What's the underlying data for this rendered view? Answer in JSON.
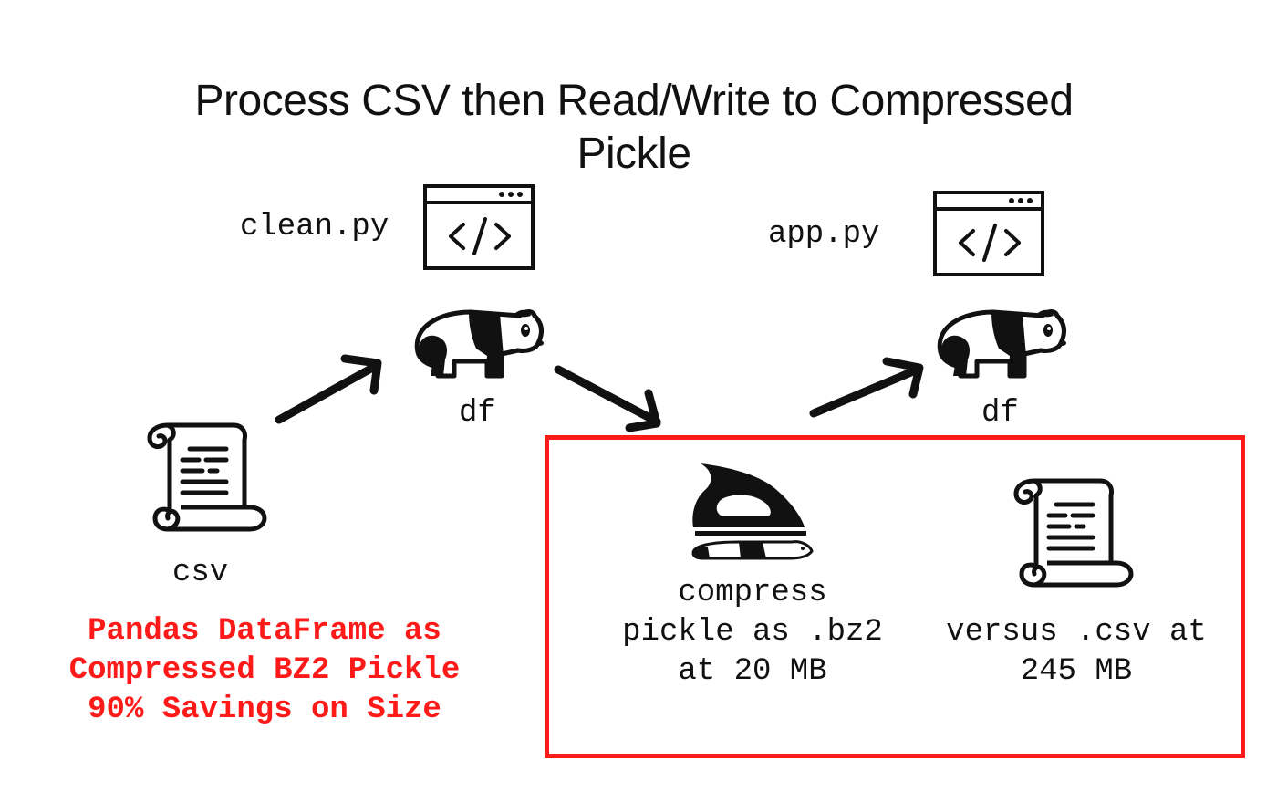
{
  "title": {
    "line1": "Process CSV then Read/Write to Compressed",
    "line2": "Pickle"
  },
  "labels": {
    "clean_script": "clean.py",
    "app_script": "app.py",
    "df_left": "df",
    "df_right": "df",
    "csv": "csv"
  },
  "note": {
    "line1": "Pandas DataFrame as",
    "line2": "Compressed BZ2 Pickle",
    "line3": "90% Savings on Size"
  },
  "comparison": {
    "compressed_line1": "compress",
    "compressed_line2": "pickle as .bz2",
    "compressed_line3": "at 20 MB",
    "csv_line1": "versus .csv at",
    "csv_line2": "245 MB"
  },
  "colors": {
    "highlight": "#ff1a1a",
    "ink": "#111111"
  },
  "icons": [
    "code-window-icon",
    "panda-icon",
    "scroll-document-icon",
    "iron-icon",
    "arrow-icon"
  ]
}
